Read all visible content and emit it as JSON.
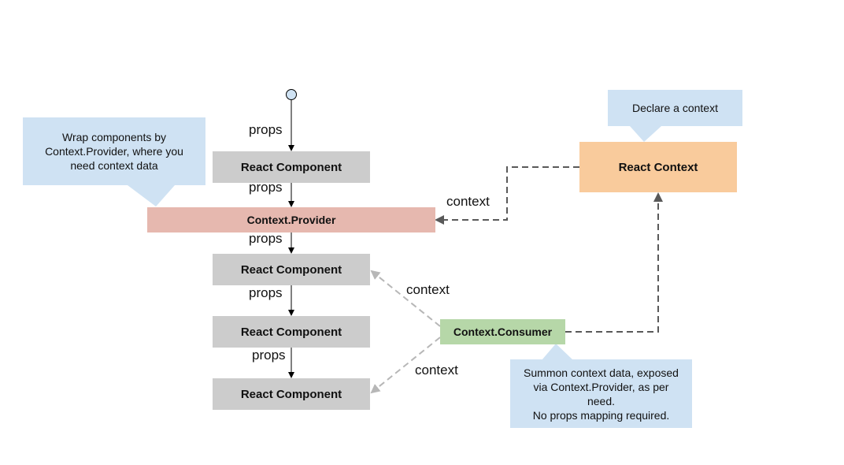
{
  "nodes": {
    "component_1": "React Component",
    "provider": "Context.Provider",
    "component_2": "React Component",
    "component_3": "React Component",
    "component_4": "React Component",
    "react_context": "React Context",
    "consumer": "Context.Consumer"
  },
  "edge_labels": {
    "props_1": "props",
    "props_2": "props",
    "props_3": "props",
    "props_4": "props",
    "props_5": "props",
    "context_provider": "context",
    "context_consumer_up": "context",
    "context_consumer_down": "context"
  },
  "callouts": {
    "provider_note": "Wrap components by\nContext.Provider, where you\nneed context data",
    "context_note": "Declare a context",
    "consumer_note": "Summon context data, exposed\nvia Context.Provider, as per\nneed.\nNo props mapping required."
  },
  "colors": {
    "component": "#cccccc",
    "provider": "#e6b8af",
    "react_context": "#f9cb9c",
    "consumer": "#b6d7a8",
    "callout": "#cfe2f3",
    "start_node": "#cfe2f3"
  }
}
